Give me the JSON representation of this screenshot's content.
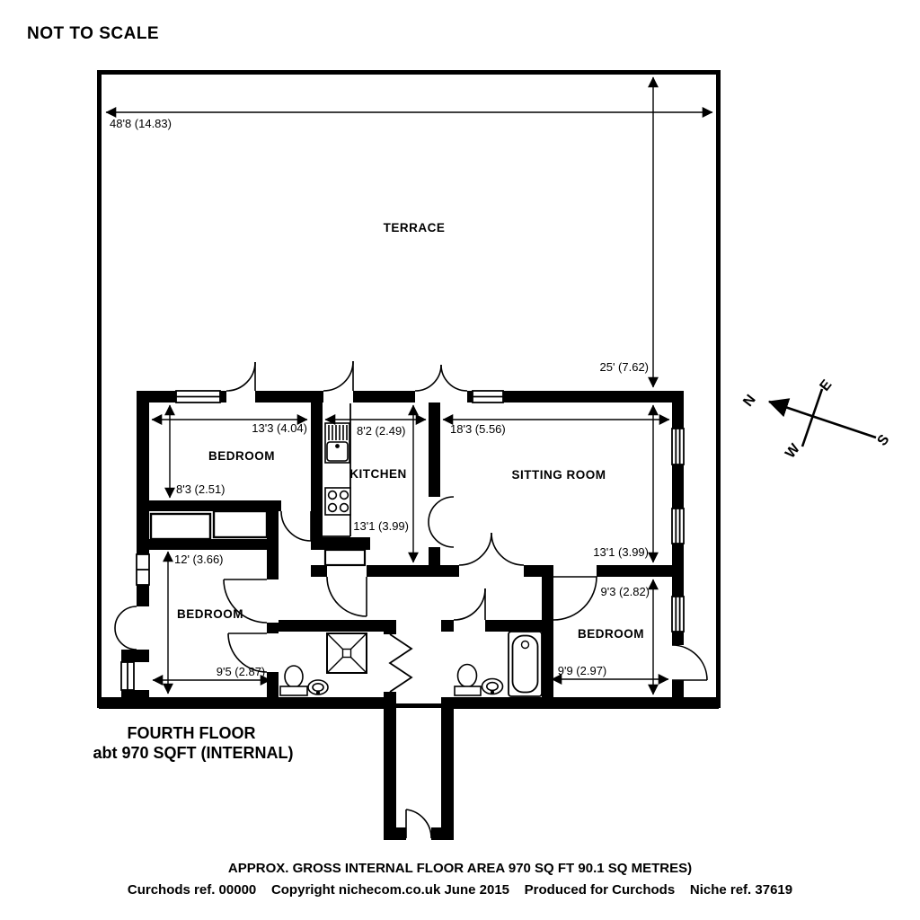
{
  "meta": {
    "not_to_scale": "NOT TO SCALE"
  },
  "terrace": {
    "label": "TERRACE",
    "width_dim": "48'8 (14.83)",
    "depth_dim": "25' (7.62)"
  },
  "rooms": {
    "bedroom1": {
      "label": "BEDROOM",
      "width_dim": "13'3 (4.04)",
      "height_dim": "8'3 (2.51)"
    },
    "kitchen": {
      "label": "KITCHEN",
      "width_dim": "8'2 (2.49)",
      "height_dim": "13'1 (3.99)"
    },
    "sitting_room": {
      "label": "SITTING ROOM",
      "width_dim": "18'3 (5.56)",
      "height_dim": "13'1 (3.99)"
    },
    "bedroom2": {
      "label": "BEDROOM",
      "width_dim": "9'5 (2.87)",
      "height_dim": "12' (3.66)"
    },
    "bedroom3": {
      "label": "BEDROOM",
      "width_dim": "9'9 (2.97)",
      "height_dim": "9'3 (2.82)"
    }
  },
  "floor": {
    "title_line1": "FOURTH FLOOR",
    "title_line2": "abt 970 SQFT (INTERNAL)"
  },
  "compass": {
    "n": "N",
    "e": "E",
    "s": "S",
    "w": "W"
  },
  "footer": {
    "line1": "APPROX. GROSS INTERNAL FLOOR AREA 970 SQ FT 90.1 SQ METRES)",
    "line2": "Curchods ref. 00000    Copyright nichecom.co.uk June 2015    Produced for Curchods    Niche ref. 37619"
  },
  "colors": {
    "ink": "#000000",
    "paper": "#ffffff"
  }
}
